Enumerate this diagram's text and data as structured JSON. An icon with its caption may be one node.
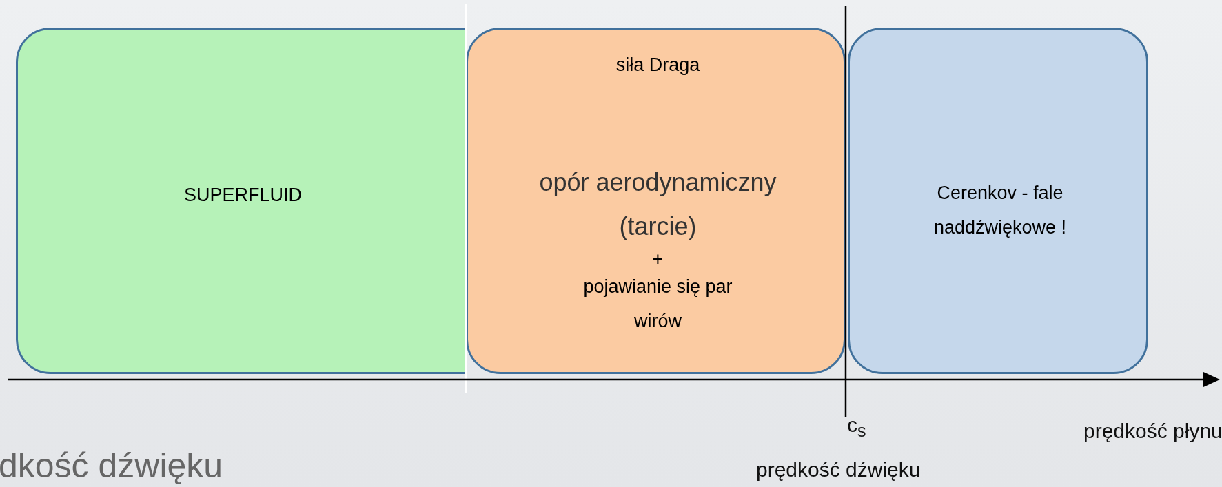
{
  "diagram": {
    "nodes": [
      {
        "text": [
          "SUPERFLUID"
        ]
      },
      {
        "text": [
          "siła Draga",
          "opór aerodynamiczny (tarcie)",
          "+",
          "pojawianie się par wirów"
        ]
      },
      {
        "text": [
          "Cerenkov - fale naddźwiękowe !"
        ]
      }
    ],
    "labels": [
      "c$_{s}$",
      "prędkość płynu",
      "prędkość dźwięku",
      "dkość dźwięku"
    ]
  }
}
